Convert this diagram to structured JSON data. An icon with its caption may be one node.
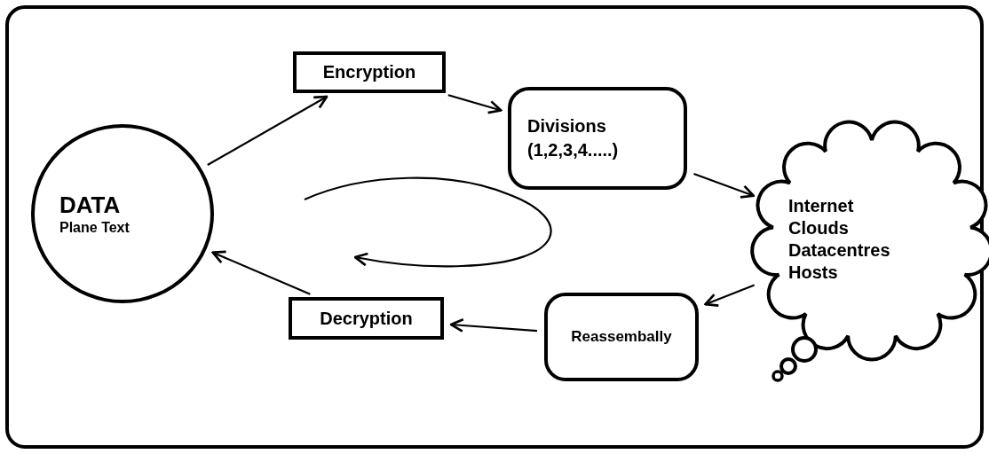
{
  "diagram": {
    "nodes": [
      {
        "text": [
          "DATA",
          "Plane Text"
        ]
      },
      {
        "text": [
          "Encryption"
        ]
      },
      {
        "text": [
          "Divisions (1,2,3,4.....)"
        ]
      },
      {
        "text": [
          "Internet",
          "Clouds",
          "Datacentres",
          "Hosts"
        ]
      },
      {
        "text": [
          "Reassembally"
        ]
      },
      {
        "text": [
          "Decryption"
        ]
      }
    ],
    "edges": [
      {
        "from": 0,
        "to": 1,
        "arrow": "to"
      },
      {
        "from": 1,
        "to": 2,
        "arrow": "to"
      },
      {
        "from": 2,
        "to": 3,
        "arrow": "to"
      },
      {
        "from": 3,
        "to": 4,
        "arrow": "to"
      },
      {
        "from": 4,
        "to": 5,
        "arrow": "to"
      },
      {
        "from": 5,
        "to": 0,
        "arrow": "to"
      }
    ]
  }
}
